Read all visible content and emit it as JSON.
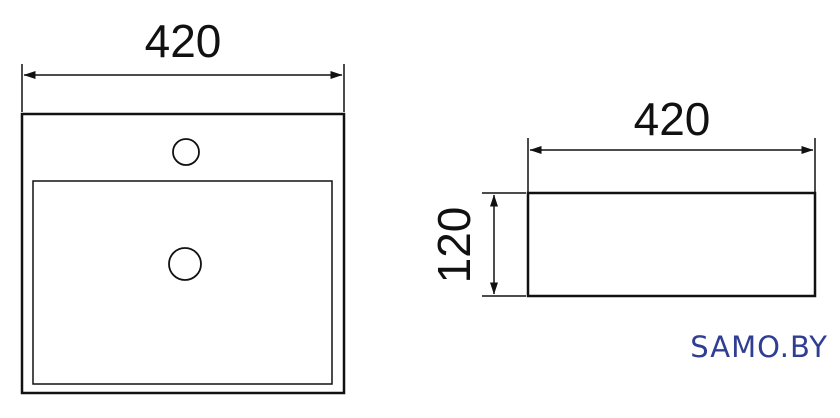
{
  "top_view": {
    "width_label": "420"
  },
  "side_view": {
    "width_label": "420",
    "height_label": "120"
  },
  "watermark": {
    "text": "SAMO.BY"
  },
  "colors": {
    "line": "#111111",
    "brand": "#2f3d93"
  }
}
